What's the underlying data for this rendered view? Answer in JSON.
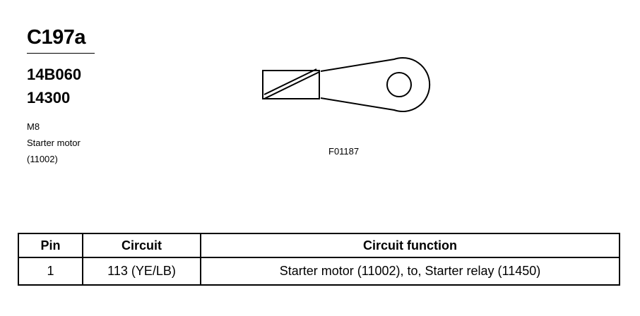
{
  "connector": {
    "id": "C197a",
    "part_numbers": [
      "14B060",
      "14300"
    ],
    "description": [
      "M8",
      "Starter motor",
      "(11002)"
    ]
  },
  "figure": {
    "code": "F01187"
  },
  "table": {
    "headers": {
      "pin": "Pin",
      "circuit": "Circuit",
      "function": "Circuit function"
    },
    "rows": [
      {
        "pin": "1",
        "circuit": "113 (YE/LB)",
        "function": "Starter motor (11002), to, Starter relay (11450)"
      }
    ]
  }
}
